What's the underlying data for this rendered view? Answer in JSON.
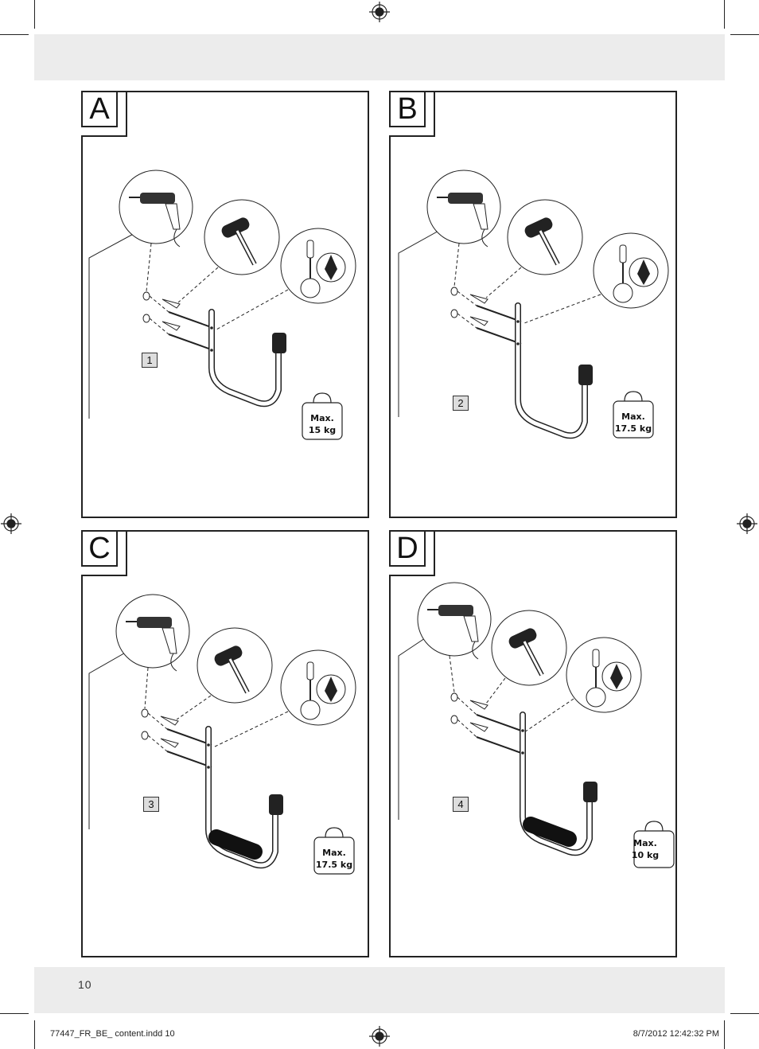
{
  "page_number": "10",
  "footer": {
    "file_info": "77447_FR_BE_ content.indd   10",
    "date_info": "8/7/2012   12:42:32 PM"
  },
  "panels": [
    {
      "letter": "A",
      "callout": "1",
      "weight_line1": "Max.",
      "weight_line2": "15 kg"
    },
    {
      "letter": "B",
      "callout": "2",
      "weight_line1": "Max.",
      "weight_line2": "17.5 kg"
    },
    {
      "letter": "C",
      "callout": "3",
      "weight_line1": "Max.",
      "weight_line2": "17.5 kg"
    },
    {
      "letter": "D",
      "callout": "4",
      "weight_line1": "Max.",
      "weight_line2": "10 kg"
    }
  ],
  "icons": [
    "drill-icon",
    "hammer-icon",
    "screwdriver-icon",
    "weight-icon",
    "registration-mark-icon"
  ]
}
